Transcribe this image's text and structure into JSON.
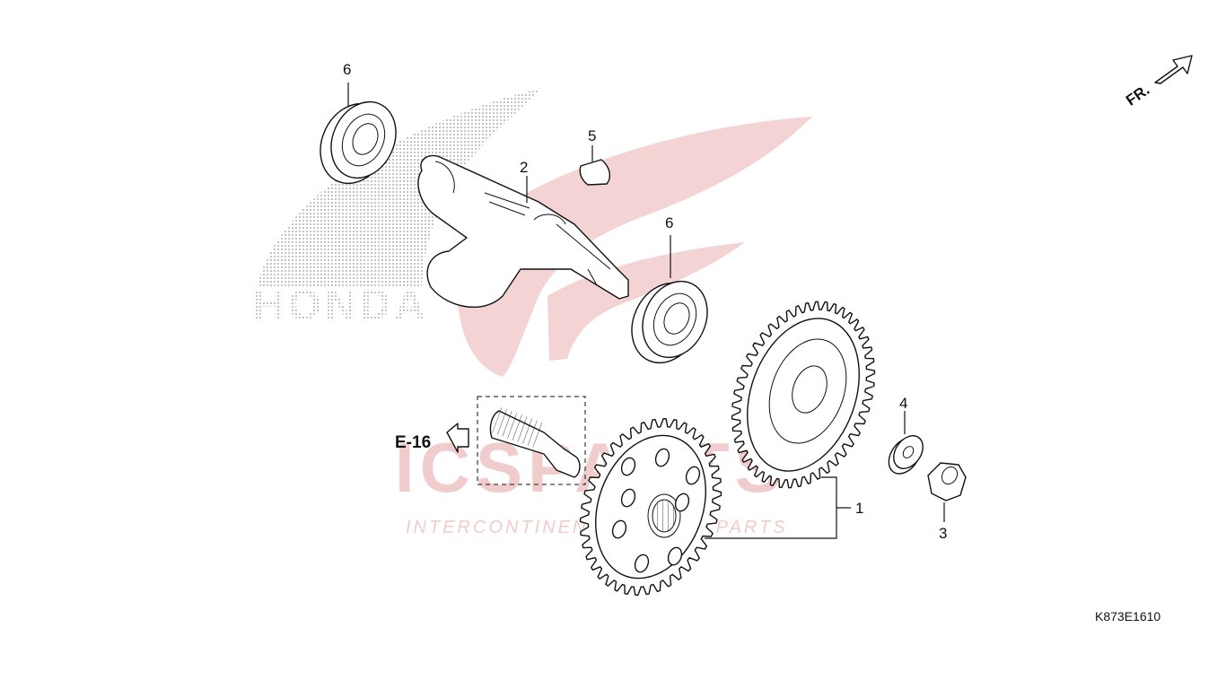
{
  "diagram": {
    "drawing_code": "K873E1610",
    "reference_label": "E-16",
    "front_label": "FR.",
    "callouts": {
      "part_1": "1",
      "part_2": "2",
      "part_3": "3",
      "part_4": "4",
      "part_5": "5",
      "part_6_top": "6",
      "part_6_mid": "6"
    }
  },
  "watermark": {
    "brand": "HONDA",
    "logo_text": "ICSPARTS",
    "tagline": "INTERCONTINENTAL SPARE PARTS",
    "color": "#f1cccc"
  },
  "colors": {
    "line": "#111111",
    "background": "#ffffff",
    "wing_dots": "#9a9a9a",
    "wing_red": "#f3d3d3"
  }
}
